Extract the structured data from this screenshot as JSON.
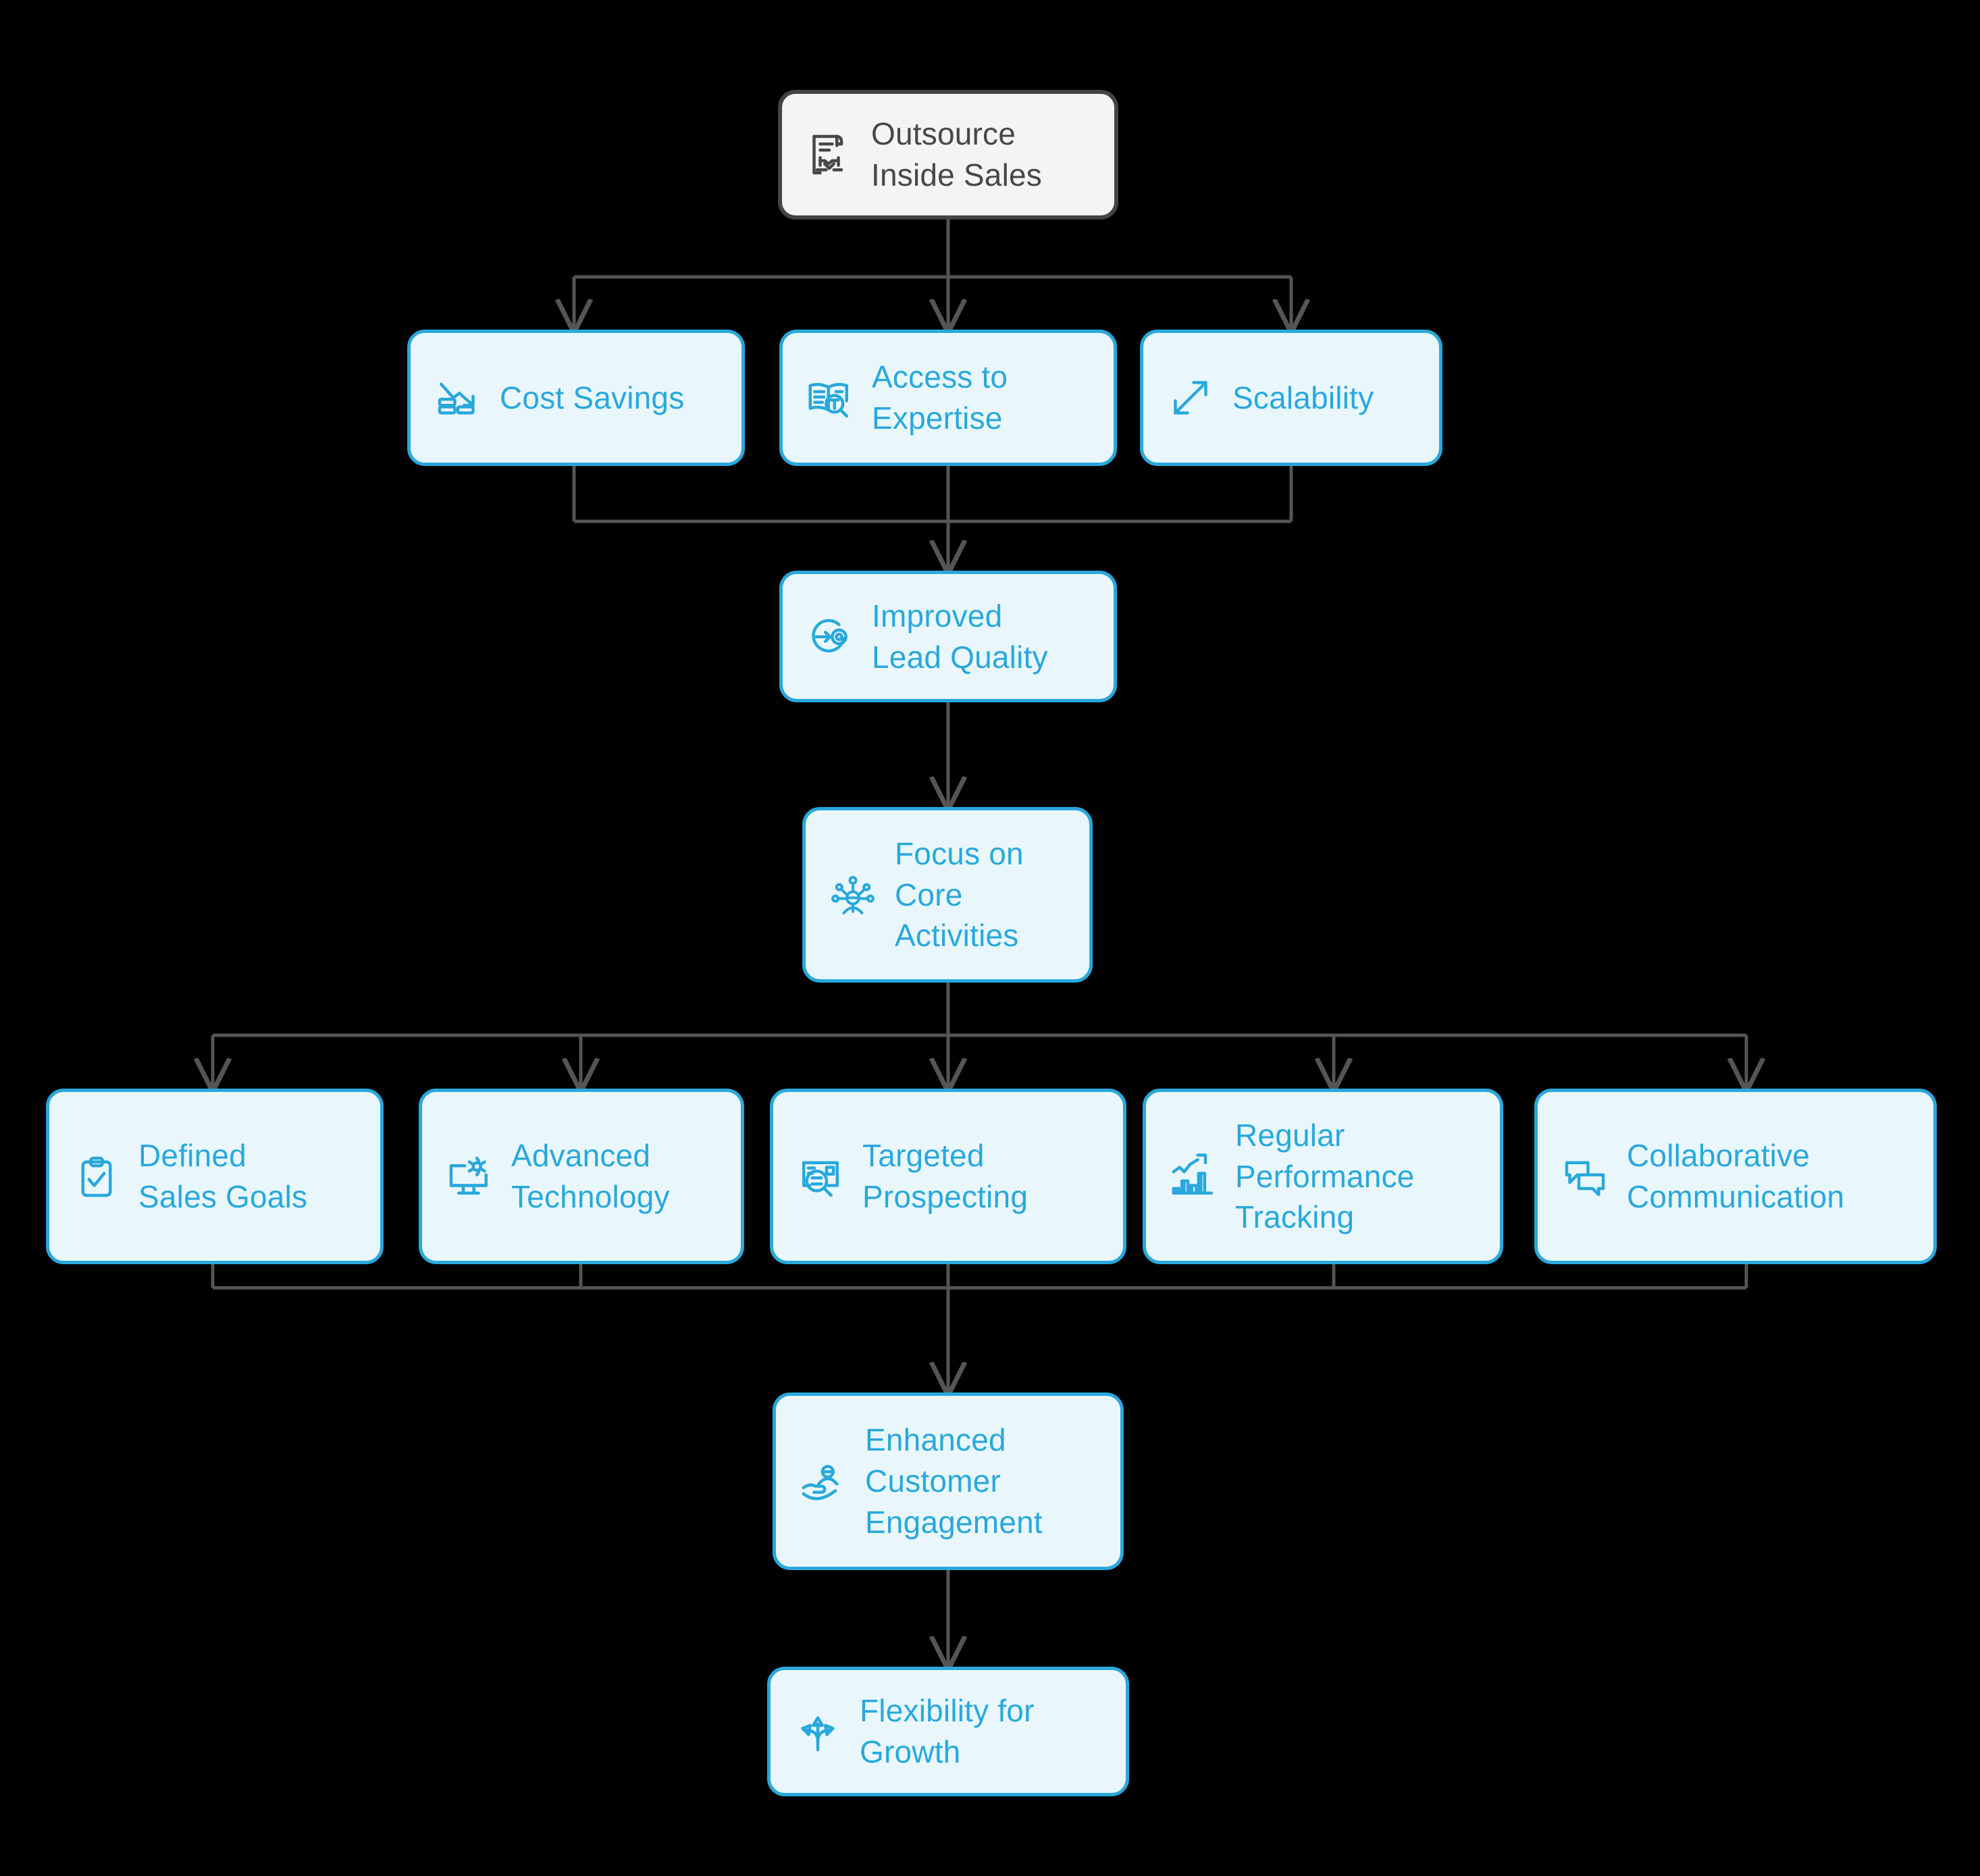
{
  "diagram": {
    "title": "Outsource Inside Sales",
    "type": "flowchart",
    "orientation": "top-down",
    "background_color": "#000000",
    "colors": {
      "root_fill": "#f4f4f2",
      "root_stroke": "#444444",
      "root_text": "#474747",
      "node_fill": "#e9f7fd",
      "node_stroke": "#29a8dc",
      "node_text": "#29a8dc",
      "connector": "#555555"
    }
  },
  "nodes": {
    "root": {
      "id": "outsource-inside-sales",
      "label": "Outsource\nInside Sales",
      "icon": "contract-handshake-icon",
      "style": "root"
    },
    "benefits": [
      {
        "id": "cost-savings",
        "label": "Cost Savings",
        "icon": "coins-declining-arrow-icon"
      },
      {
        "id": "access-to-expertise",
        "label": "Access to\nExpertise",
        "icon": "book-magnifier-icon"
      },
      {
        "id": "scalability",
        "label": "Scalability",
        "icon": "diagonal-expand-arrows-icon"
      }
    ],
    "lead_quality": {
      "id": "improved-lead-quality",
      "label": "Improved\nLead Quality",
      "icon": "target-arrow-icon"
    },
    "core_focus": {
      "id": "focus-on-core-activities",
      "label": "Focus on\nCore\nActivities",
      "icon": "person-network-icon"
    },
    "practices": [
      {
        "id": "defined-sales-goals",
        "label": "Defined\nSales Goals",
        "icon": "clipboard-check-icon"
      },
      {
        "id": "advanced-technology",
        "label": "Advanced\nTechnology",
        "icon": "monitor-gear-icon"
      },
      {
        "id": "targeted-prospecting",
        "label": "Targeted\nProspecting",
        "icon": "document-magnifier-icon"
      },
      {
        "id": "regular-performance-tracking",
        "label": "Regular\nPerformance\nTracking",
        "icon": "bar-chart-trend-icon"
      },
      {
        "id": "collaborative-communication",
        "label": "Collaborative\nCommunication",
        "icon": "speech-bubbles-icon"
      }
    ],
    "engagement": {
      "id": "enhanced-customer-engagement",
      "label": "Enhanced\nCustomer\nEngagement",
      "icon": "hand-person-icon"
    },
    "growth": {
      "id": "flexibility-for-growth",
      "label": "Flexibility for\nGrowth",
      "icon": "branching-arrows-icon"
    }
  },
  "edges": [
    {
      "from": "outsource-inside-sales",
      "to": "cost-savings"
    },
    {
      "from": "outsource-inside-sales",
      "to": "access-to-expertise"
    },
    {
      "from": "outsource-inside-sales",
      "to": "scalability"
    },
    {
      "from": "cost-savings",
      "to": "improved-lead-quality"
    },
    {
      "from": "access-to-expertise",
      "to": "improved-lead-quality"
    },
    {
      "from": "scalability",
      "to": "improved-lead-quality"
    },
    {
      "from": "improved-lead-quality",
      "to": "focus-on-core-activities"
    },
    {
      "from": "focus-on-core-activities",
      "to": "defined-sales-goals"
    },
    {
      "from": "focus-on-core-activities",
      "to": "advanced-technology"
    },
    {
      "from": "focus-on-core-activities",
      "to": "targeted-prospecting"
    },
    {
      "from": "focus-on-core-activities",
      "to": "regular-performance-tracking"
    },
    {
      "from": "focus-on-core-activities",
      "to": "collaborative-communication"
    },
    {
      "from": "defined-sales-goals",
      "to": "enhanced-customer-engagement"
    },
    {
      "from": "advanced-technology",
      "to": "enhanced-customer-engagement"
    },
    {
      "from": "targeted-prospecting",
      "to": "enhanced-customer-engagement"
    },
    {
      "from": "regular-performance-tracking",
      "to": "enhanced-customer-engagement"
    },
    {
      "from": "collaborative-communication",
      "to": "enhanced-customer-engagement"
    },
    {
      "from": "enhanced-customer-engagement",
      "to": "flexibility-for-growth"
    }
  ]
}
